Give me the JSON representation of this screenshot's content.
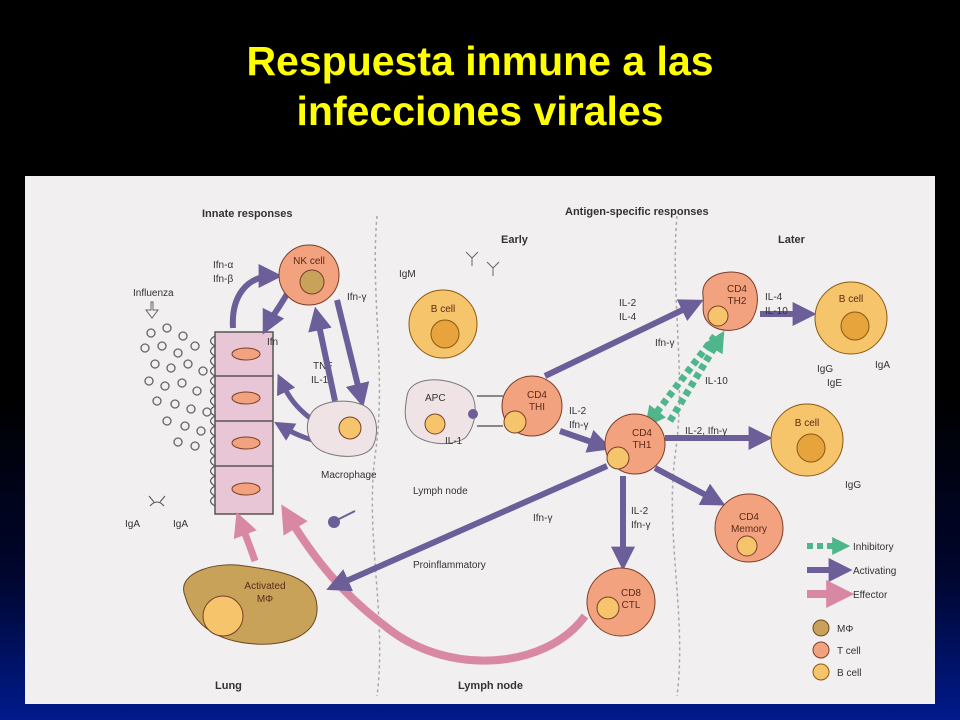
{
  "slide": {
    "title_line1": "Respuesta inmune a las",
    "title_line2": "infecciones virales"
  },
  "diagram": {
    "headers": {
      "innate": "Innate responses",
      "antigen_specific": "Antigen-specific responses",
      "early": "Early",
      "later": "Later"
    },
    "regions": {
      "lung": "Lung",
      "lymph_node_bottom": "Lymph node",
      "lymph_node_mid": "Lymph node"
    },
    "labels": {
      "influenza": "Influenza",
      "ifn_alpha": "Ifn-α",
      "ifn_beta": "Ifn-β",
      "ifn": "Ifn",
      "tnf": "TNF",
      "il12": "IL-12",
      "ifn_gamma_nk": "Ifn-γ",
      "iga_left": "IgA",
      "iga_right": "IgA",
      "igm": "IgM",
      "il1": "IL-1",
      "il2_top": "IL-2",
      "il4_top": "IL-4",
      "il2_mid": "IL-2",
      "ifn_gamma_mid": "Ifn-γ",
      "ifn_gamma_th2": "Ifn-γ",
      "il10_mid": "IL-10",
      "il4_right": "IL-4",
      "il10_right": "IL-10",
      "il2_ifn_right": "IL-2, Ifn-γ",
      "igg_top": "IgG",
      "ige": "IgE",
      "iga_b": "IgA",
      "igg_bottom": "IgG",
      "il2_low": "IL-2",
      "ifn_gamma_low": "Ifn-γ",
      "ifn_gamma_left": "Ifn-γ",
      "proinflammatory": "Proinflammatory"
    },
    "cells": {
      "nk": "NK cell",
      "macrophage": "Macrophage",
      "b_cell_early": "B cell",
      "apc": "APC",
      "cd4_th1_early_line1": "CD4",
      "cd4_th1_early_line2": "THI",
      "cd4_th2_line1": "CD4",
      "cd4_th2_line2": "TH2",
      "cd4_th1_line1": "CD4",
      "cd4_th1_line2": "TH1",
      "b_cell_top": "B cell",
      "b_cell_mid": "B cell",
      "cd4_memory_line1": "CD4",
      "cd4_memory_line2": "Memory",
      "cd8_line1": "CD8",
      "cd8_line2": "CTL",
      "activated_line1": "Activated",
      "activated_line2": "MΦ"
    },
    "legend": {
      "inhibitory": "Inhibitory",
      "activating": "Activating",
      "effector": "Effector",
      "mphi": "MΦ",
      "t_cell": "T cell",
      "b_cell": "B cell"
    },
    "colors": {
      "t_cell": "#f2a27e",
      "b_cell": "#f6c46a",
      "macrophage": "#c9a25a",
      "activating_arrow": "#6c5e98",
      "effector_arrow": "#d988a3",
      "inhibitory_arrow": "#4fb58a"
    }
  }
}
